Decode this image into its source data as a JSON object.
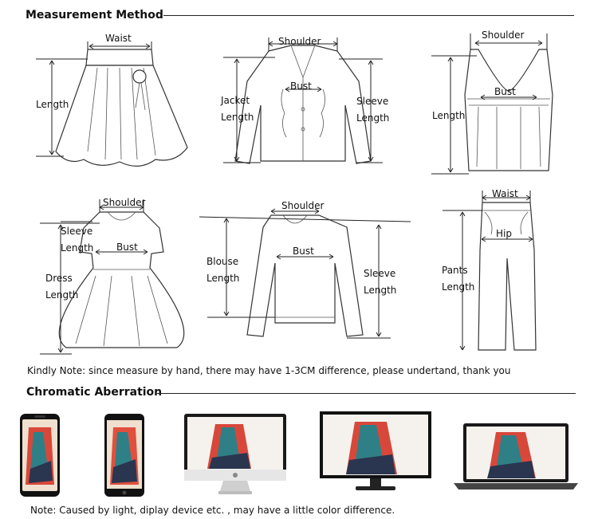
{
  "sections": {
    "measurement_title": "Measurement Method",
    "chromatic_title": "Chromatic Aberration"
  },
  "garments": {
    "skirt": {
      "waist": "Waist",
      "length": "Length"
    },
    "jacket": {
      "shoulder": "Shoulder",
      "bust": "Bust",
      "jacket_length": [
        "Jacket",
        "Length"
      ],
      "sleeve_length": [
        "Sleeve",
        "Length"
      ]
    },
    "tank": {
      "shoulder": "Shoulder",
      "bust": "Bust",
      "length": "Length"
    },
    "dress": {
      "shoulder": "Shoulder",
      "sleeve_length": [
        "Sleeve",
        "Length"
      ],
      "bust": "Bust",
      "dress_length": [
        "Dress",
        "Length"
      ]
    },
    "blouse": {
      "shoulder": "Shoulder",
      "bust": "Bust",
      "blouse_length": [
        "Blouse",
        "Length"
      ],
      "sleeve_length": [
        "Sleeve",
        "Length"
      ]
    },
    "pants": {
      "waist": "Waist",
      "hip": "Hip",
      "pants_length": [
        "Pants",
        "Length"
      ]
    }
  },
  "notes": {
    "measure_note": "Kindly Note: since measure by hand, there may have 1-3CM difference, please undertand, thank you",
    "color_note": "Note: Caused by light, diplay device etc. , may have a little color difference."
  },
  "devices": [
    "phone-1",
    "phone-2",
    "imac",
    "monitor",
    "laptop"
  ],
  "colors": {
    "accent_red": "#d8483a",
    "accent_teal": "#2f7f86",
    "accent_cream": "#efe0cf",
    "accent_navy": "#2a3550"
  }
}
